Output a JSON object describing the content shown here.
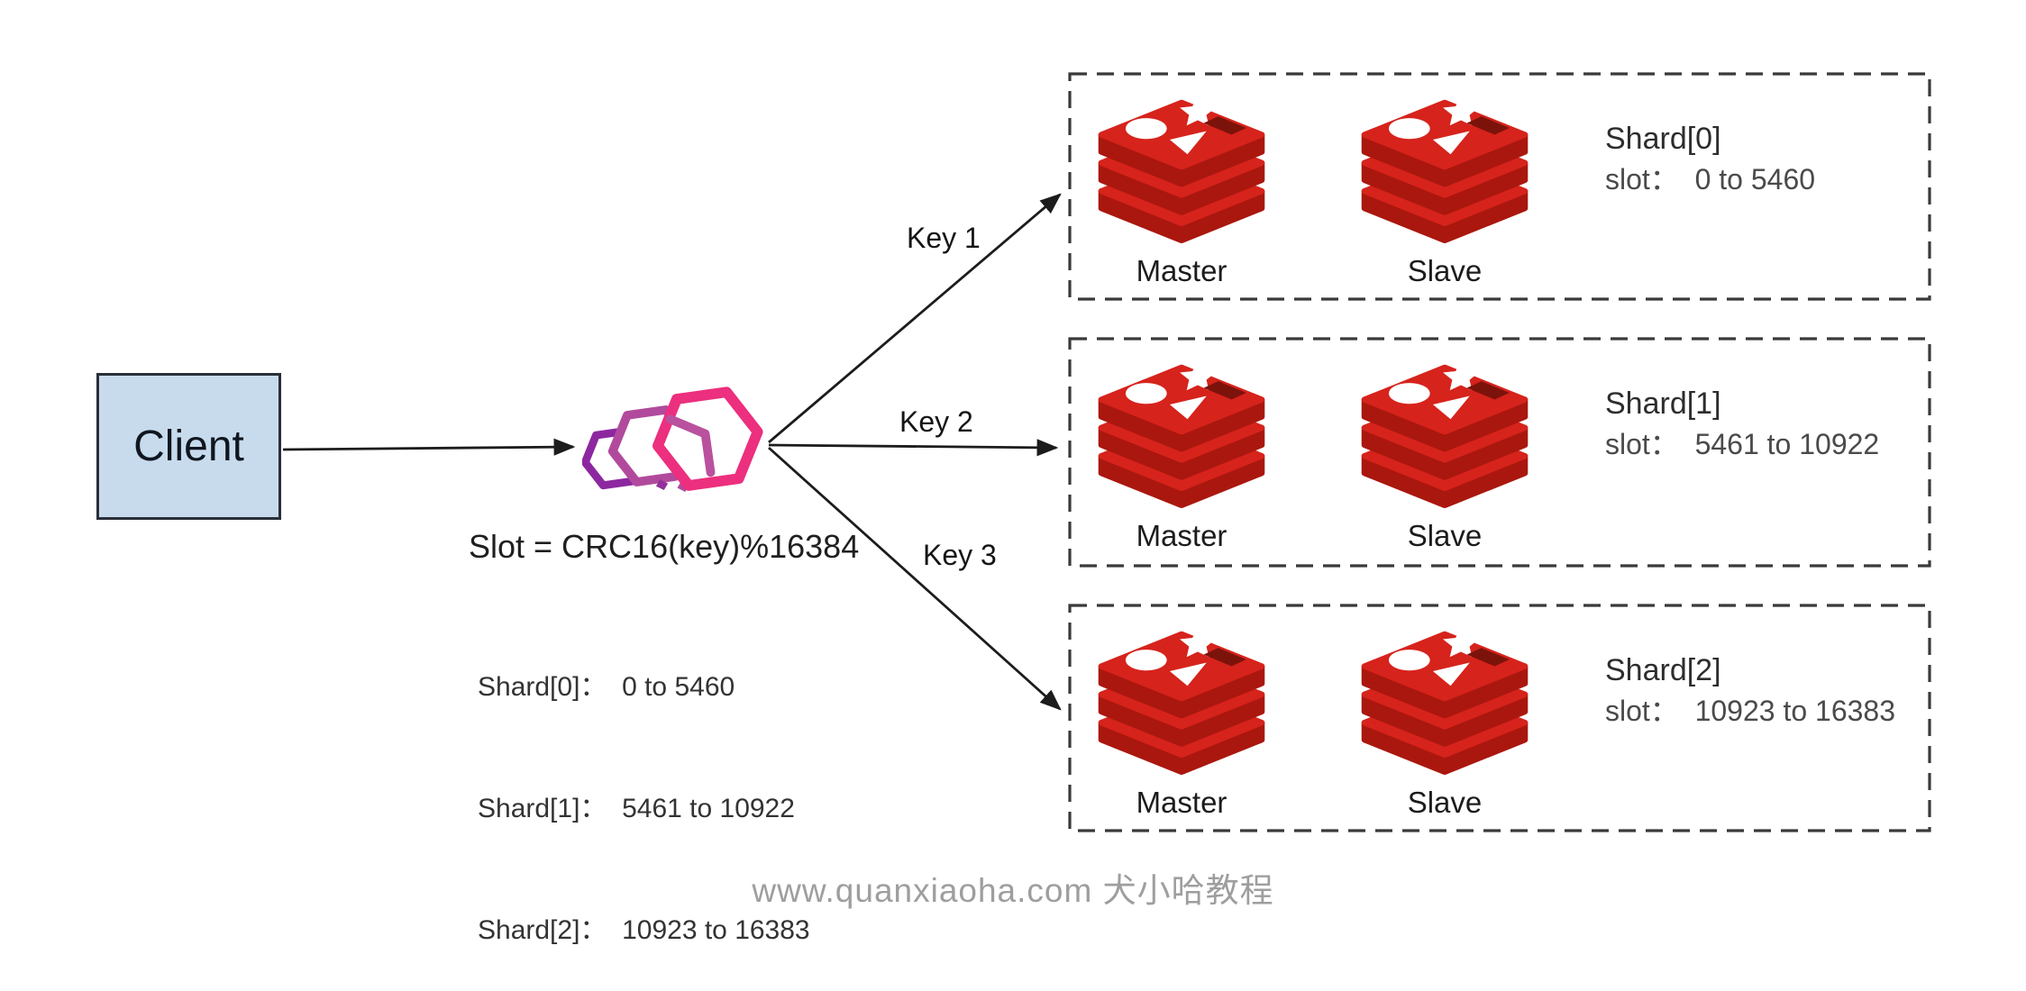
{
  "client": {
    "label": "Client"
  },
  "hash_node": {
    "icon": "hexagon-cluster-icon",
    "formula": "Slot = CRC16(key)%16384",
    "mapping_lines": [
      "Shard[0]：  0 to 5460",
      "Shard[1]：  5461 to 10922",
      "Shard[2]：  10923 to 16383"
    ]
  },
  "key_labels": [
    "Key 1",
    "Key 2",
    "Key 3"
  ],
  "shard_boxes": [
    {
      "title": "Shard[0]",
      "slot": "slot：  0 to 5460",
      "master_label": "Master",
      "slave_label": "Slave"
    },
    {
      "title": "Shard[1]",
      "slot": "slot：  5461 to 10922",
      "master_label": "Master",
      "slave_label": "Slave"
    },
    {
      "title": "Shard[2]",
      "slot": "slot：  10923 to 16383",
      "master_label": "Master",
      "slave_label": "Slave"
    }
  ],
  "watermark": "www.quanxiaoha.com 犬小哈教程",
  "colors": {
    "client_fill": "#c7dbed",
    "client_border": "#2a2f38",
    "dashed_border": "#3a3a3a",
    "arrow": "#1c1c1c",
    "redis_red": "#d6231c",
    "redis_dark_red": "#aa170e",
    "hex_pink": "#ec2f7e",
    "hex_purple": "#8d27a0",
    "watermark_gray": "#9e9e9e"
  }
}
